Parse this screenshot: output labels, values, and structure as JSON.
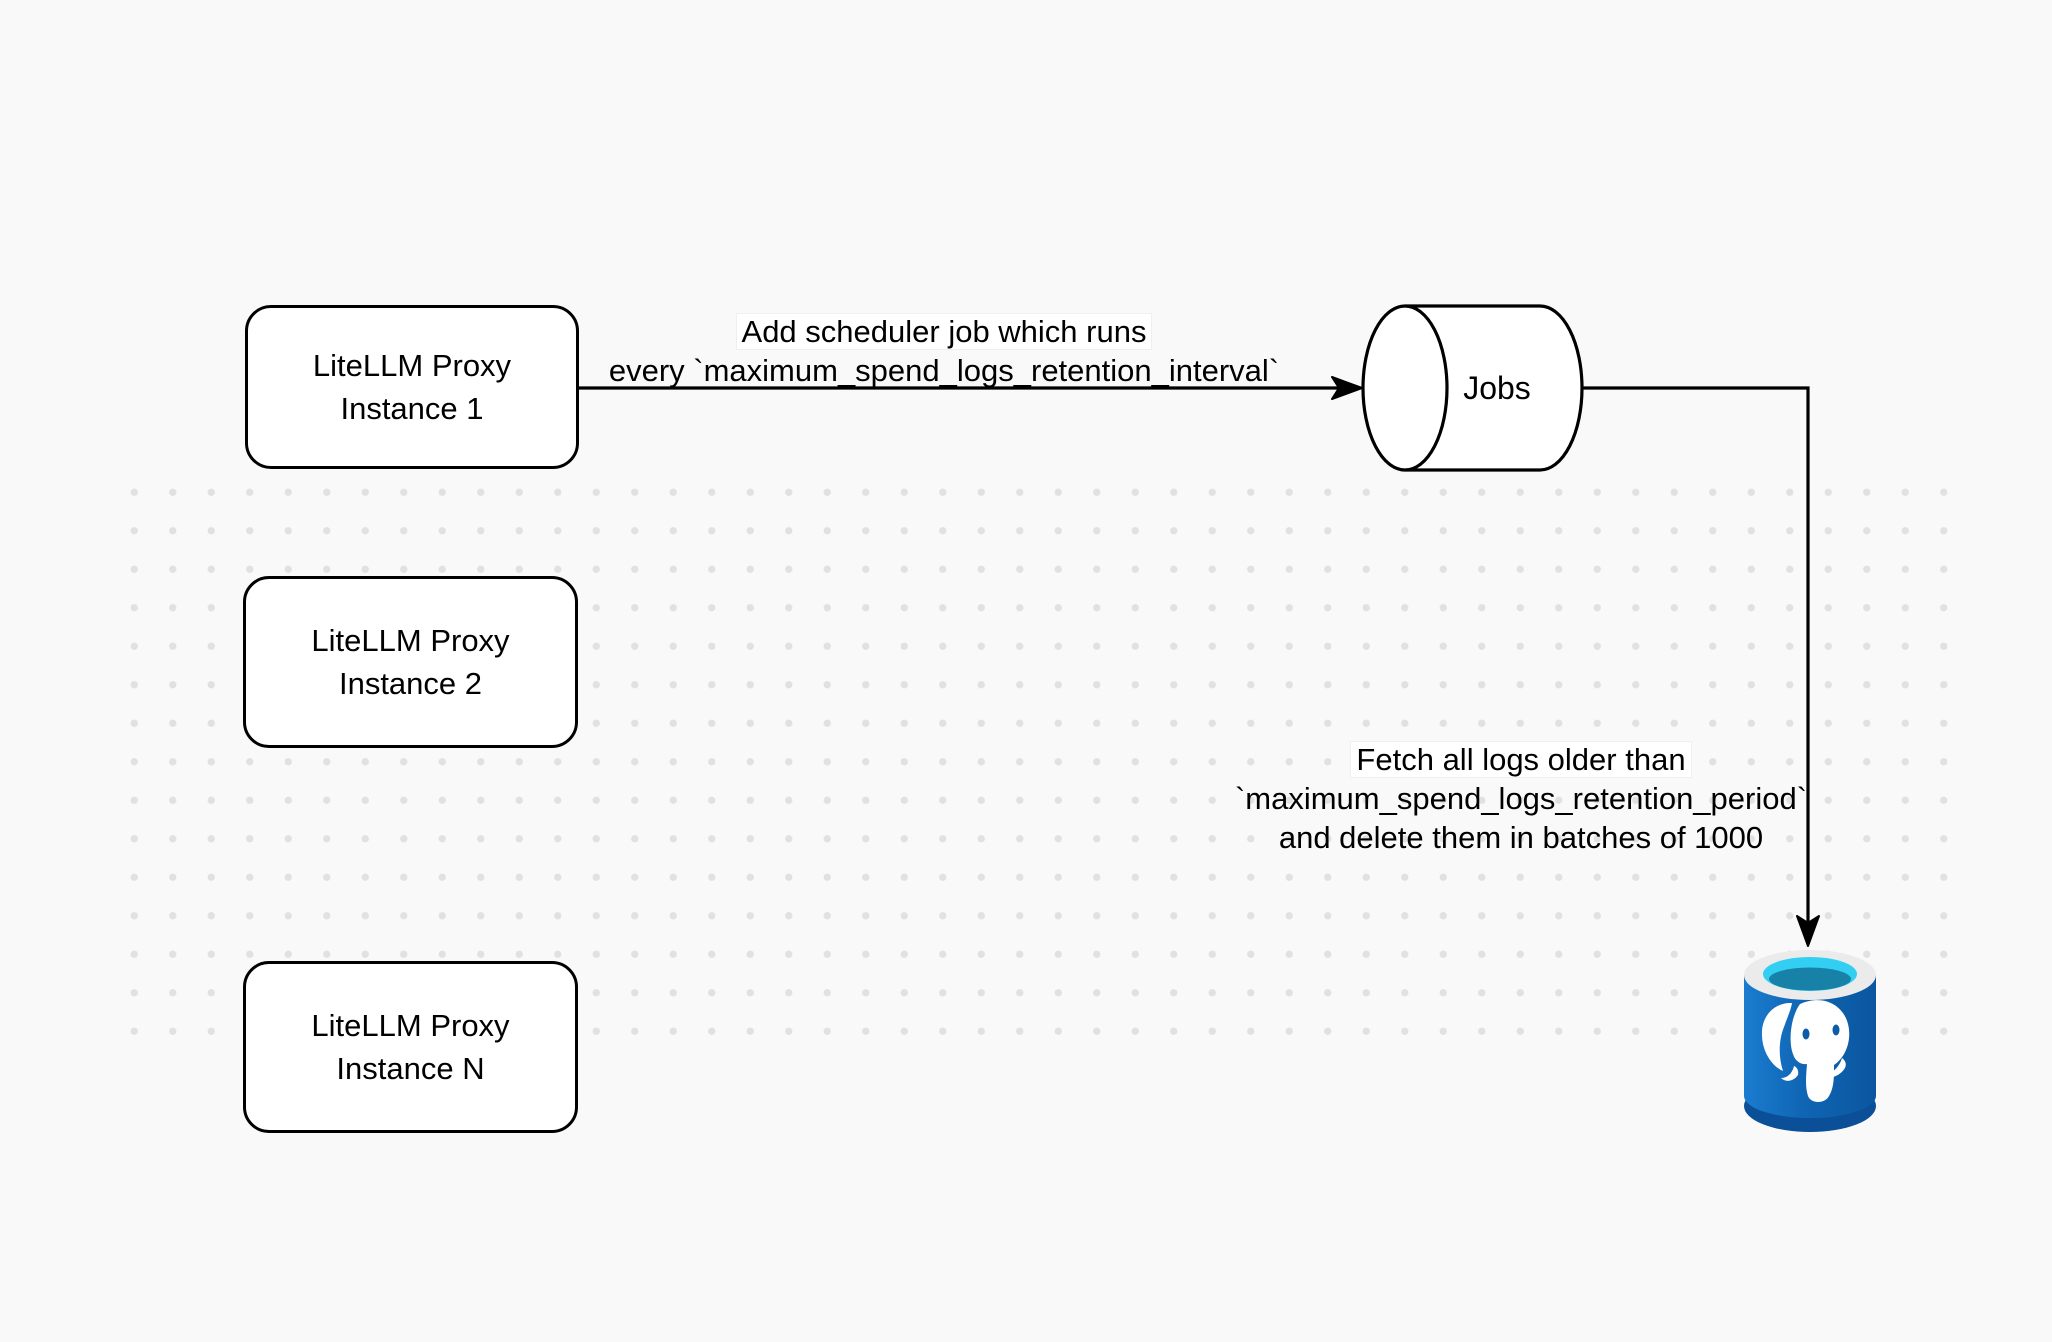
{
  "nodes": {
    "instance1": {
      "line1": "LiteLLM Proxy",
      "line2": "Instance 1"
    },
    "instance2": {
      "line1": "LiteLLM Proxy",
      "line2": "Instance 2"
    },
    "instanceN": {
      "line1": "LiteLLM Proxy",
      "line2": "Instance N"
    },
    "jobs": {
      "label": "Jobs"
    },
    "postgres": {
      "icon": "postgresql-database-icon"
    }
  },
  "edges": {
    "scheduler": {
      "line1": "Add scheduler job which runs",
      "line2": "every `maximum_spend_logs_retention_interval`"
    },
    "fetch": {
      "line1": "Fetch all logs older than",
      "line2": "`maximum_spend_logs_retention_period`",
      "line3": "and delete them in batches of 1000"
    }
  },
  "colors": {
    "background": "#f9f9f9",
    "grid_dot": "#e1e1e1",
    "stroke": "#000000",
    "node_fill": "#ffffff",
    "postgres_blue_light": "#1b7ccf",
    "postgres_blue": "#0f65b4",
    "postgres_blue_dark": "#0b569f",
    "postgres_bottom": "#0a4f97",
    "postgres_rim": "#ebebeb",
    "postgres_cyan": "#33cff2",
    "postgres_teal": "#1781a8"
  }
}
